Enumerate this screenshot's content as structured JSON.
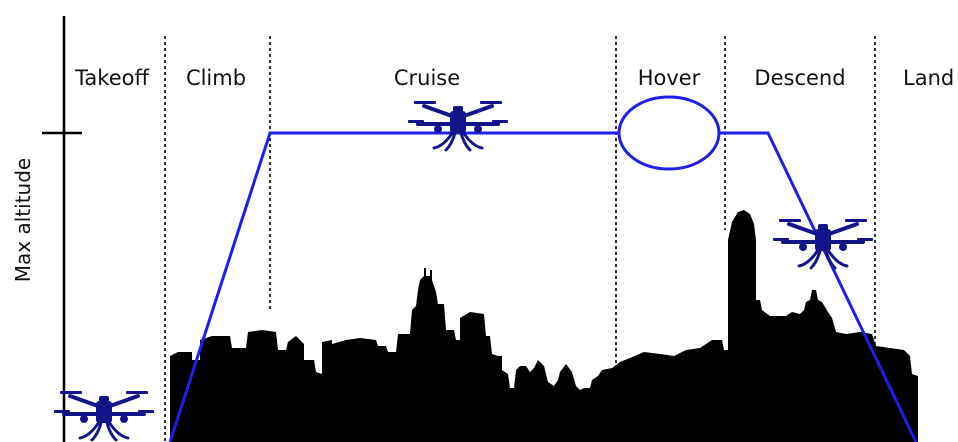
{
  "axis": {
    "y_label": "Max altitude"
  },
  "phases": [
    {
      "id": "takeoff",
      "label": "Takeoff"
    },
    {
      "id": "climb",
      "label": "Climb"
    },
    {
      "id": "cruise",
      "label": "Cruise"
    },
    {
      "id": "hover",
      "label": "Hover"
    },
    {
      "id": "descend",
      "label": "Descend"
    },
    {
      "id": "land",
      "label": "Land"
    }
  ],
  "colors": {
    "path": "#1f1fe8",
    "drone": "#14148a",
    "skyline": "#000000",
    "text": "#111111"
  },
  "icons": [
    "drone-icon",
    "skyline-silhouette"
  ]
}
